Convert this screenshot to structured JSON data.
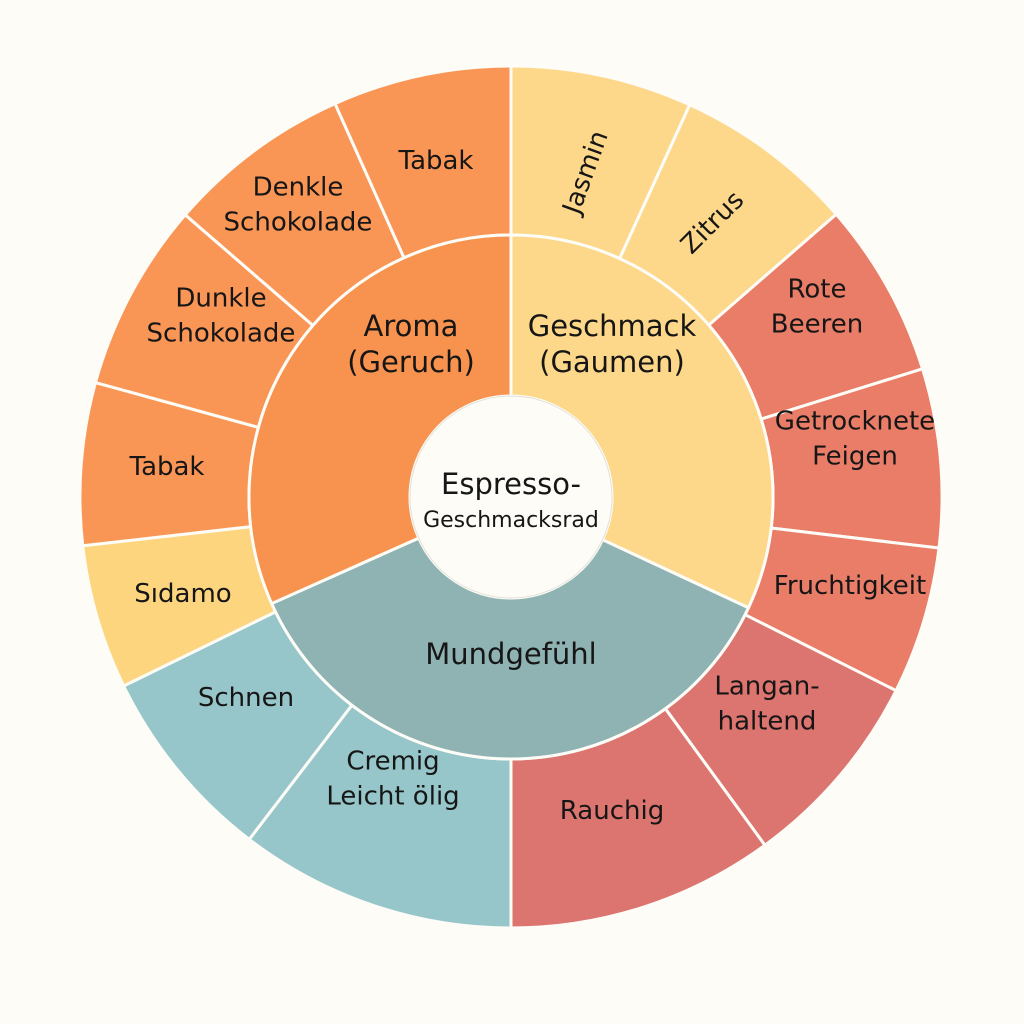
{
  "title": [
    "Espresso-",
    "Geschmacksrad"
  ],
  "colors": {
    "background": "#FDFCF7",
    "aroma": "#F7934F",
    "aroma_outer": "#F99656",
    "geschmack": "#FDD88A",
    "mundgefuehl": "#8FB3B3",
    "mundgefuehl_outer": "#96C6C9",
    "red": "#E97D68",
    "red_dark": "#DC7470"
  },
  "chart_data": {
    "type": "sunburst",
    "inner": [
      {
        "label": [
          "Geschmack",
          "(Gaumen)"
        ],
        "start_deg": 0,
        "end_deg": 115,
        "color": "#FDD88A"
      },
      {
        "label": [
          "Mundgefühl"
        ],
        "start_deg": 115,
        "end_deg": 246,
        "color": "#8FB3B3"
      },
      {
        "label": [
          "Aroma",
          "(Geruch)"
        ],
        "start_deg": 246,
        "end_deg": 360,
        "color": "#F7934F"
      }
    ],
    "outer": [
      {
        "label": [
          "Jasmin"
        ],
        "start_deg": 0,
        "end_deg": 24.5,
        "color": "#FDD88A"
      },
      {
        "label": [
          "Zitrus"
        ],
        "start_deg": 24.5,
        "end_deg": 49,
        "color": "#FDD88A"
      },
      {
        "label": [
          "Rote",
          "Beeren"
        ],
        "start_deg": 49,
        "end_deg": 72.7,
        "color": "#E97D68"
      },
      {
        "label": [
          "Getrocknete",
          "Feigen"
        ],
        "start_deg": 72.7,
        "end_deg": 96.8,
        "color": "#E97D68"
      },
      {
        "label": [
          "Fruchtigkeit"
        ],
        "start_deg": 96.8,
        "end_deg": 116.7,
        "color": "#E97D68"
      },
      {
        "label": [
          "Langan-",
          "haltend"
        ],
        "start_deg": 116.7,
        "end_deg": 143.9,
        "color": "#DC7470"
      },
      {
        "label": [
          "Rauchig"
        ],
        "start_deg": 143.9,
        "end_deg": 180,
        "color": "#DC7470"
      },
      {
        "label": [
          "Cremig",
          "Leicht ölig"
        ],
        "start_deg": 180,
        "end_deg": 217.4,
        "color": "#96C6C9"
      },
      {
        "label": [
          "Schnen"
        ],
        "start_deg": 217.4,
        "end_deg": 244,
        "color": "#96C6C9"
      },
      {
        "label": [
          "Sıdamo"
        ],
        "start_deg": 244,
        "end_deg": 263.5,
        "color": "#FDD57E"
      },
      {
        "label": [
          "Tabak"
        ],
        "start_deg": 263.5,
        "end_deg": 285.4,
        "color": "#F99656"
      },
      {
        "label": [
          "Dunkle",
          "Schokolade"
        ],
        "start_deg": 285.4,
        "end_deg": 310.9,
        "color": "#F99656"
      },
      {
        "label": [
          "Denkle",
          "Schokolade"
        ],
        "start_deg": 310.9,
        "end_deg": 335.9,
        "color": "#F99656"
      },
      {
        "label": [
          "Tabak"
        ],
        "start_deg": 335.9,
        "end_deg": 360,
        "color": "#F99656"
      }
    ]
  }
}
